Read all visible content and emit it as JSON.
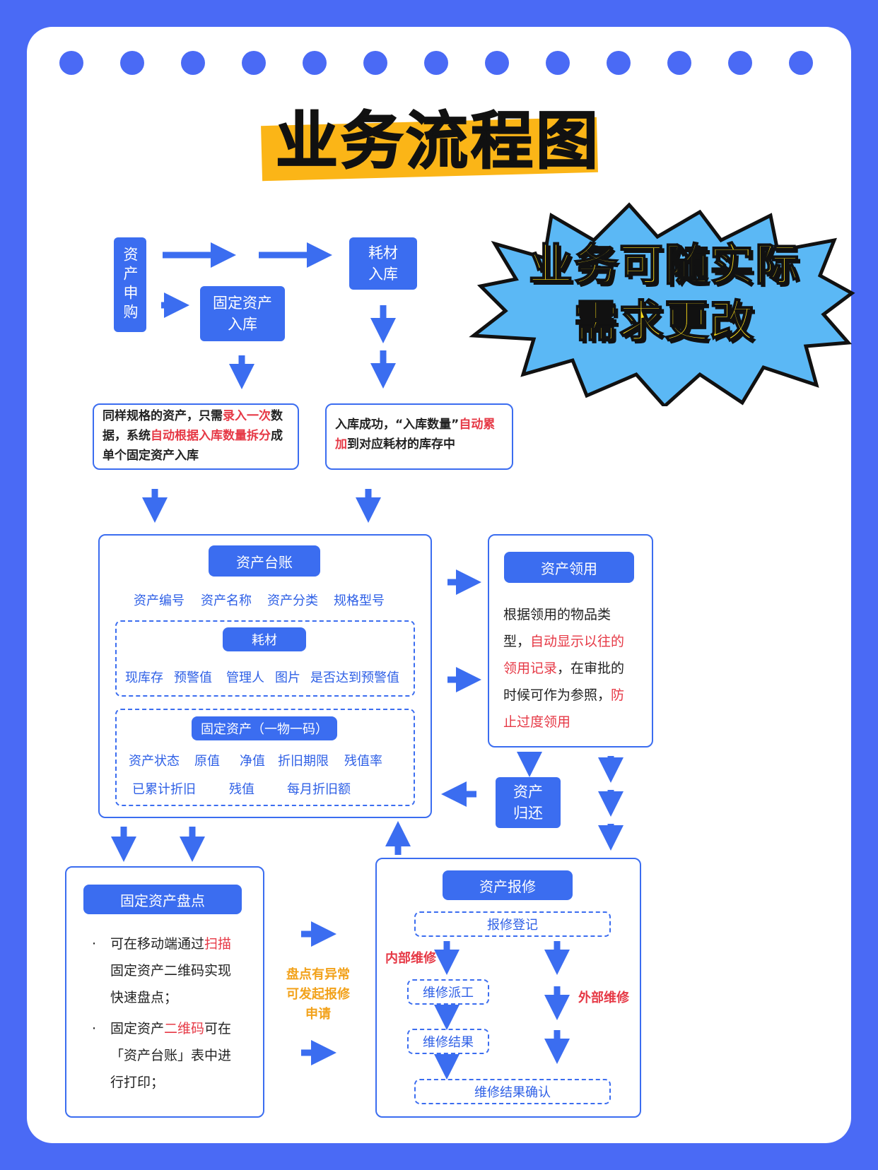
{
  "title": "业务流程图",
  "banner": [
    "业务可随实际",
    "需求更改"
  ],
  "colors": {
    "background": "#4a6af5",
    "primary": "#3b6df0",
    "highlight": "#fbb517",
    "alert": "#e63946",
    "note": "#f2a21b",
    "banner_text": "#ffe01a",
    "burst": "#5bb8f5"
  },
  "nodes": {
    "apply": "资产申购",
    "consumable_in": [
      "耗材",
      "入库"
    ],
    "fixed_in": [
      "固定资产",
      "入库"
    ],
    "fixed_note": {
      "p1": "同样规格的资产，只需",
      "r1": "录入一次",
      "p2": "数据，系统",
      "r2": "自动根据入库数量拆分",
      "p3": "成单个固定资产入库"
    },
    "consumable_note": {
      "p1": "入库成功，“入库数量”",
      "r1": "自动累加",
      "p2": "到对应耗材的库存中"
    }
  },
  "ledger": {
    "title": "资产台账",
    "fields": [
      "资产编号",
      "资产名称",
      "资产分类",
      "规格型号"
    ],
    "consumable": {
      "title": "耗材",
      "fields": [
        "现库存",
        "预警值",
        "管理人",
        "图片",
        "是否达到预警值"
      ]
    },
    "fixed": {
      "title": "固定资产（一物一码）",
      "row1": [
        "资产状态",
        "原值",
        "净值",
        "折旧期限",
        "残值率"
      ],
      "row2": [
        "已累计折旧",
        "残值",
        "每月折旧额"
      ]
    }
  },
  "use": {
    "title": "资产领用",
    "p1": "根据领用的物品类型，",
    "r1": "自动显示以往的领用记录",
    "p2": "，在审批的时候可作为参照，",
    "r2": "防止过度领用"
  },
  "return": [
    "资产",
    "归还"
  ],
  "inventory": {
    "title": "固定资产盘点",
    "b1": {
      "p1": "可在移动端通过",
      "r1": "扫描",
      "p2": "固定资产二维码实现快速盘点；"
    },
    "b2": {
      "p1": "固定资产",
      "r1": "二维码",
      "p2": "可在「资产台账」表中进行打印；"
    }
  },
  "middle_note": [
    "盘点有异常",
    "可发起报修",
    "申请"
  ],
  "repair": {
    "title": "资产报修",
    "register": "报修登记",
    "internal": "内部维修",
    "external": "外部维修",
    "dispatch": "维修派工",
    "result": "维修结果",
    "confirm": "维修结果确认"
  }
}
